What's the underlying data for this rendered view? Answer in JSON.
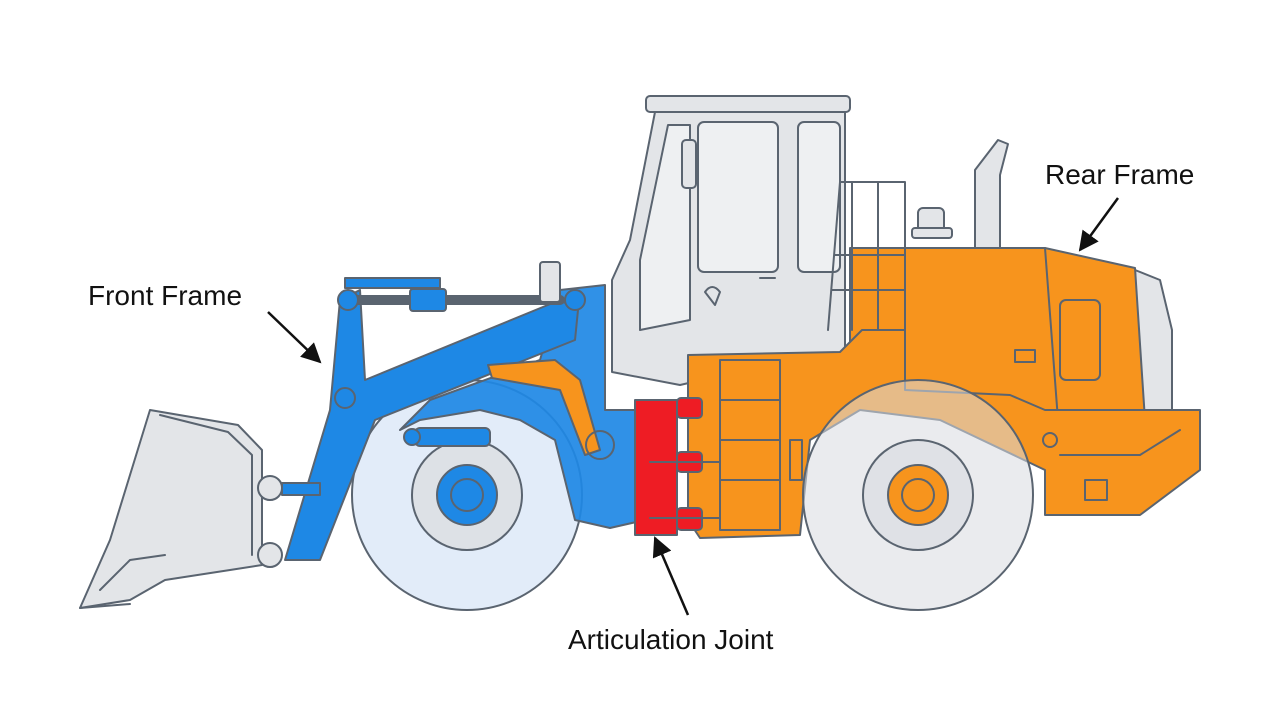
{
  "labels": {
    "front_frame": "Front Frame",
    "rear_frame": "Rear Frame",
    "articulation_joint": "Articulation Joint"
  },
  "colors": {
    "front_frame": "#1e88e5",
    "rear_frame": "#f7941d",
    "articulation_joint": "#ee1c24",
    "body_gray": "#e3e5e8",
    "outline": "#5a6470"
  }
}
